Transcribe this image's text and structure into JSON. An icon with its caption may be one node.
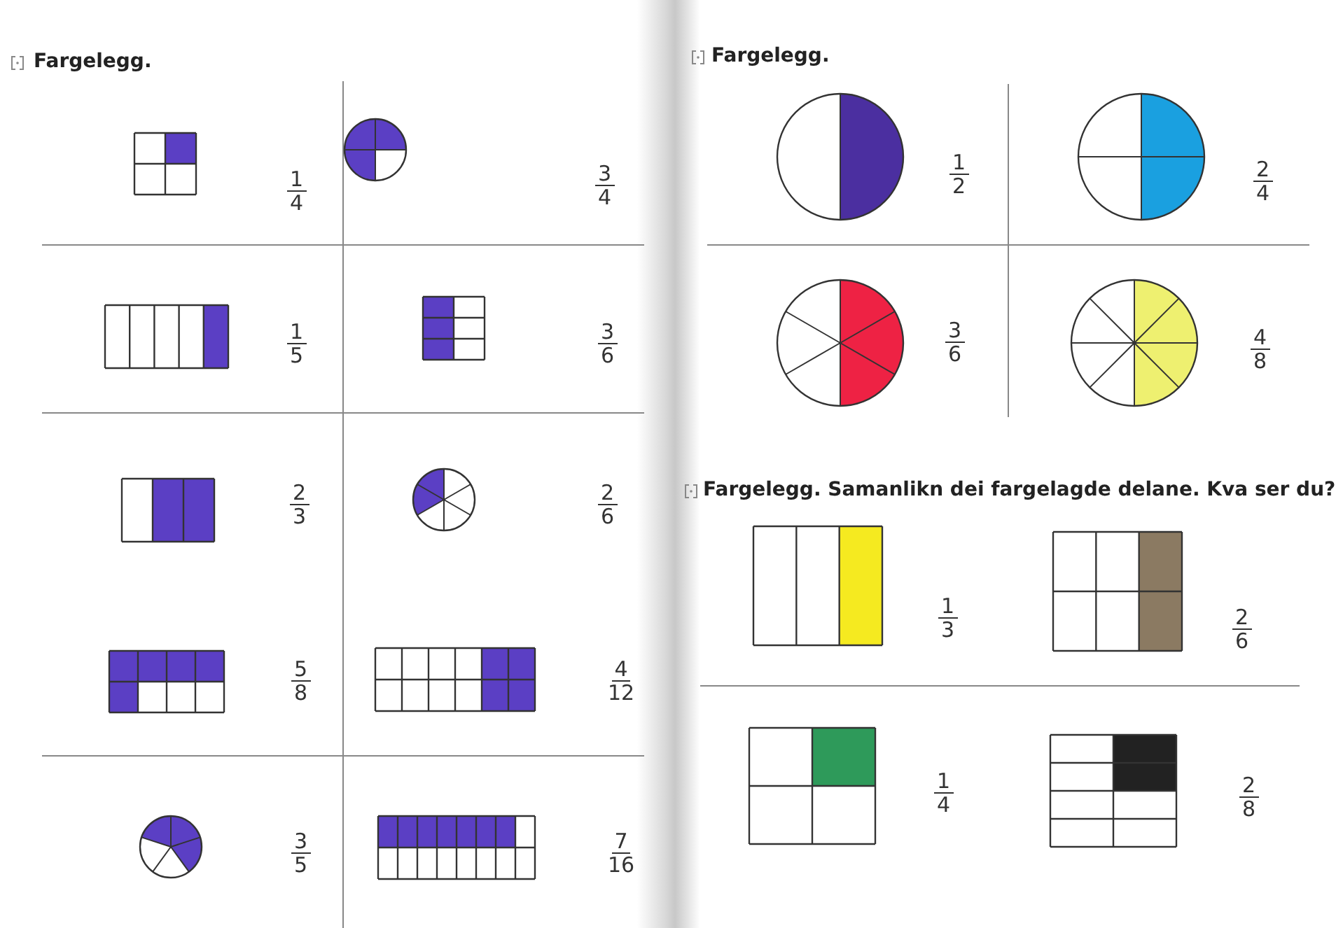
{
  "diagram": {
    "labels": [
      "Fargelegg.",
      "1",
      "4",
      "3",
      "4",
      "1",
      "5",
      "3",
      "6",
      "2",
      "3",
      "2",
      "6",
      "5",
      "8",
      "4",
      "12",
      "3",
      "5",
      "7",
      "16",
      "Fargelegg.",
      "1",
      "2",
      "2",
      "4",
      "3",
      "6",
      "4",
      "8",
      "Fargelegg. Samanlikn dei fargelagde delane. Kva ser du?",
      "1",
      "3",
      "2",
      "6",
      "1",
      "4",
      "2",
      "8"
    ]
  }
}
